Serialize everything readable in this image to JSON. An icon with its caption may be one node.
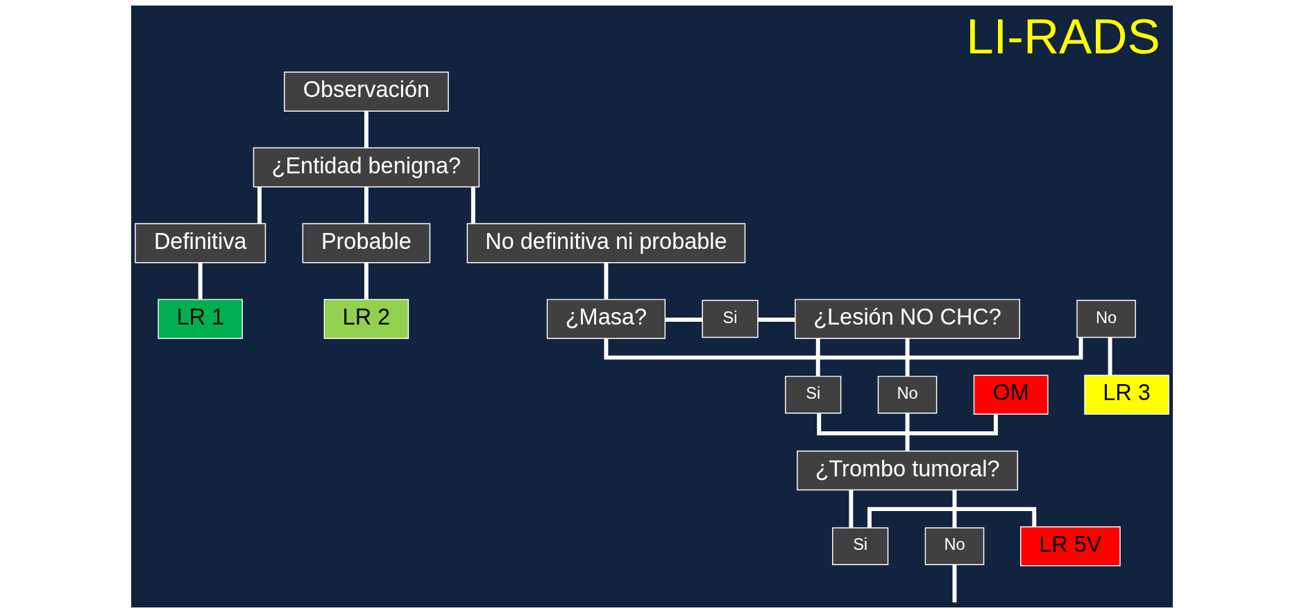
{
  "diagram": {
    "title": "LI-RADS",
    "nodes": [
      {
        "text": [
          "Observación"
        ]
      },
      {
        "text": [
          "¿Entidad benigna?"
        ]
      },
      {
        "text": [
          "Definitiva"
        ]
      },
      {
        "text": [
          "Probable"
        ]
      },
      {
        "text": [
          "No definitiva ni probable"
        ]
      },
      {
        "text": [
          "LR 1"
        ]
      },
      {
        "text": [
          "LR 2"
        ]
      },
      {
        "text": [
          "No"
        ]
      },
      {
        "text": [
          "¿Masa?"
        ]
      },
      {
        "text": [
          "Si"
        ]
      },
      {
        "text": [
          "¿Lesión NO CHC?"
        ]
      },
      {
        "text": [
          "LR 3"
        ]
      },
      {
        "text": [
          "No"
        ]
      },
      {
        "text": [
          "Si"
        ]
      },
      {
        "text": [
          "OM"
        ]
      },
      {
        "text": [
          "¿Trombo tumoral?"
        ]
      },
      {
        "text": [
          "Si"
        ]
      },
      {
        "text": [
          "LR 5V"
        ]
      },
      {
        "text": [
          "No"
        ]
      }
    ],
    "edges": [
      {
        "from": 0,
        "to": 1,
        "arrow": "none"
      },
      {
        "from": 1,
        "to": 2,
        "arrow": "none"
      },
      {
        "from": 1,
        "to": 3,
        "arrow": "none"
      },
      {
        "from": 1,
        "to": 4,
        "arrow": "none"
      },
      {
        "from": 2,
        "to": 5,
        "arrow": "none"
      },
      {
        "from": 3,
        "to": 6,
        "arrow": "none"
      },
      {
        "from": 4,
        "to": 8,
        "arrow": "none"
      },
      {
        "from": 8,
        "to": 7,
        "arrow": "none"
      },
      {
        "from": 7,
        "to": 11,
        "arrow": "none"
      },
      {
        "from": 8,
        "to": 9,
        "arrow": "none"
      },
      {
        "from": 9,
        "to": 10,
        "arrow": "none"
      },
      {
        "from": 10,
        "to": 12,
        "arrow": "none"
      },
      {
        "from": 10,
        "to": 13,
        "arrow": "none"
      },
      {
        "from": 13,
        "to": 14,
        "arrow": "none"
      },
      {
        "from": 12,
        "to": 15,
        "arrow": "none"
      },
      {
        "from": 15,
        "to": 16,
        "arrow": "none"
      },
      {
        "from": 16,
        "to": 17,
        "arrow": "none"
      },
      {
        "from": 15,
        "to": 18,
        "arrow": "none"
      },
      {
        "from": 18,
        "to": null,
        "arrow": "none"
      }
    ]
  }
}
